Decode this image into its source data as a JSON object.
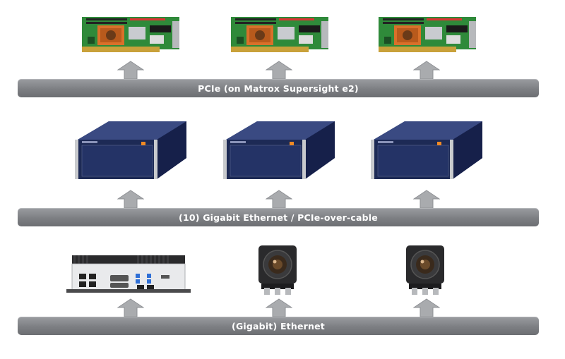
{
  "buses": [
    {
      "label": "PCIe (on Matrox Supersight e2)"
    },
    {
      "label": "(10) Gigabit Ethernet / PCIe-over-cable"
    },
    {
      "label": "(Gigabit) Ethernet"
    }
  ],
  "devices": {
    "row1": [
      "pcie-board-icon",
      "pcie-board-icon",
      "pcie-board-icon"
    ],
    "row2": [
      "rackmount-server-icon",
      "rackmount-server-icon",
      "rackmount-server-icon"
    ],
    "row3": [
      "embedded-pc-icon",
      "smart-camera-icon",
      "smart-camera-icon"
    ]
  },
  "colors": {
    "bus": "#7d7f83",
    "arrow": "#a9abae",
    "board_pcb": "#2f8a3a",
    "heatsink": "#d9702a",
    "server": "#1d2a55",
    "camera": "#2a2a2c"
  }
}
